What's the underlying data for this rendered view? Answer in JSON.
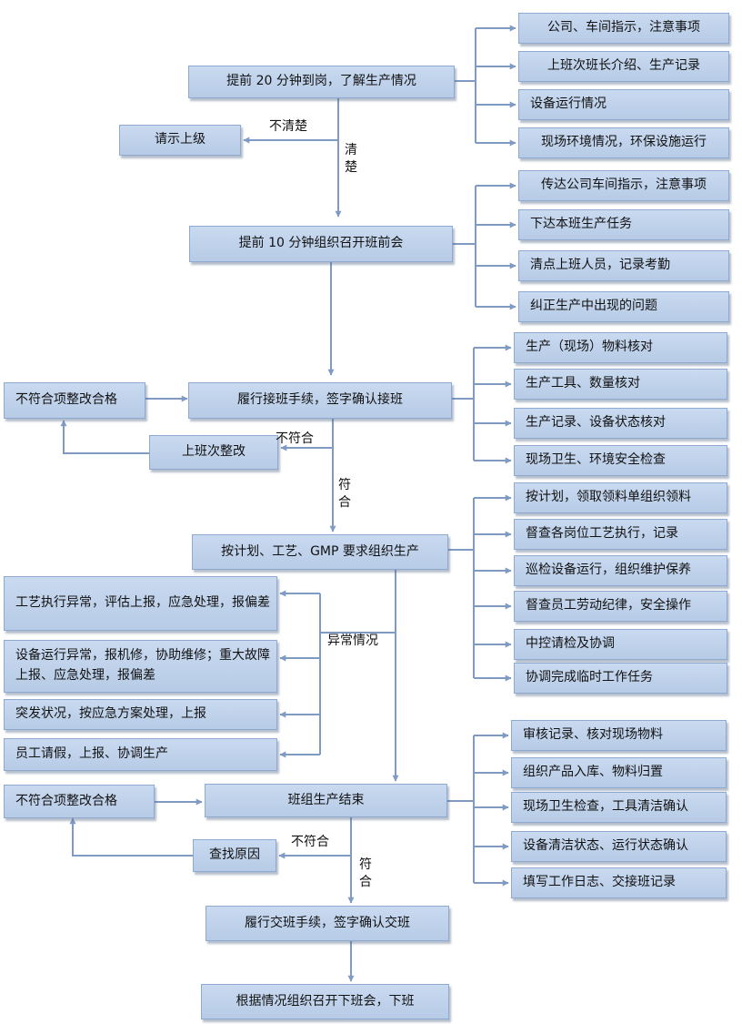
{
  "flow": {
    "arrive": "提前 20 分钟到岗，了解生产情况",
    "report_superior": "请示上级",
    "pre_meeting": "提前 10 分钟组织召开班前会",
    "takeover": "履行接班手续，签字确认接班",
    "nonconform_fix_1": "不符合项整改合格",
    "prev_shift_fix": "上班次整改",
    "organize_production": "按计划、工艺、GMP 要求组织生产",
    "production_end": "班组生产结束",
    "nonconform_fix_2": "不符合项整改合格",
    "find_cause": "查找原因",
    "handover": "履行交班手续，签字确认交班",
    "post_meeting": "根据情况组织召开下班会，下班"
  },
  "labels": {
    "unclear": "不清楚",
    "clear": "清楚",
    "nonconform_1": "不符合",
    "conform_1": "符合",
    "abnormal": "异常情况",
    "nonconform_2": "不符合",
    "conform_2": "符合"
  },
  "arrive_items": [
    "公司、车间指示，注意事项",
    "上班次班长介绍、生产记录",
    "设备运行情况",
    "现场环境情况，环保设施运行"
  ],
  "meeting_items": [
    "传达公司车间指示，注意事项",
    "下达本班生产任务",
    "清点上班人员，记录考勤",
    "纠正生产中出现的问题"
  ],
  "takeover_items": [
    "生产（现场）物料核对",
    "生产工具、数量核对",
    "生产记录、设备状态核对",
    "现场卫生、环境安全检查"
  ],
  "production_items": [
    "按计划，领取领料单组织领料",
    "督查各岗位工艺执行，记录",
    "巡检设备运行，组织维护保养",
    "督查员工劳动纪律，安全操作",
    "中控请检及协调",
    "协调完成临时工作任务"
  ],
  "abnormal_items": [
    "工艺执行异常，评估上报，应急处理，报偏差",
    "设备运行异常，报机修，协助维修；重大故障上报、应急处理，报偏差",
    "突发状况，按应急方案处理，上报",
    "员工请假，上报、协调生产"
  ],
  "end_items": [
    "审核记录、核对现场物料",
    "组织产品入库、物料归置",
    "现场卫生检查，工具清洁确认",
    "设备清洁状态、运行状态确认",
    "填写工作日志、交接班记录"
  ],
  "colors": {
    "box_fill": "#c4d6ee",
    "box_border": "#8eaad0",
    "connector": "#7f9bc4"
  }
}
